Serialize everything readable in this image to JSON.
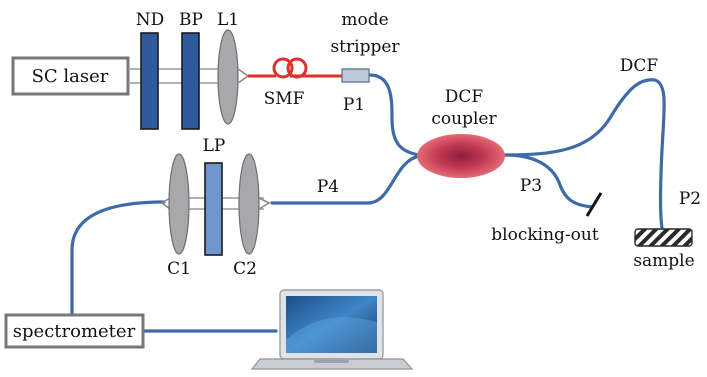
{
  "labels": {
    "sc_laser": "SC laser",
    "nd": "ND",
    "bp": "BP",
    "l1": "L1",
    "smf": "SMF",
    "mode": "mode",
    "stripper": "stripper",
    "p1": "P1",
    "dcf_coupler_1": "DCF",
    "dcf_coupler_2": "coupler",
    "dcf": "DCF",
    "p2": "P2",
    "p3": "P3",
    "p4": "P4",
    "lp": "LP",
    "c1": "C1",
    "c2": "C2",
    "blocking_out": "blocking-out",
    "sample": "sample",
    "spectrometer": "spectrometer"
  },
  "colors": {
    "fiber": "#3f6aa8",
    "smf_fiber": "#e0302a",
    "filter": "#2f5aa0",
    "coupler": "#d6485a",
    "lens": "#a8a8ab"
  }
}
